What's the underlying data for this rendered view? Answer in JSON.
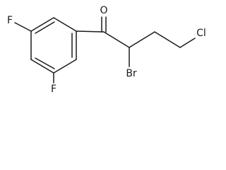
{
  "molecule": {
    "atoms": {
      "oxygen": "O",
      "fluorine_top": "F",
      "fluorine_bottom": "F",
      "bromine": "Br",
      "chlorine": "Cl"
    }
  }
}
